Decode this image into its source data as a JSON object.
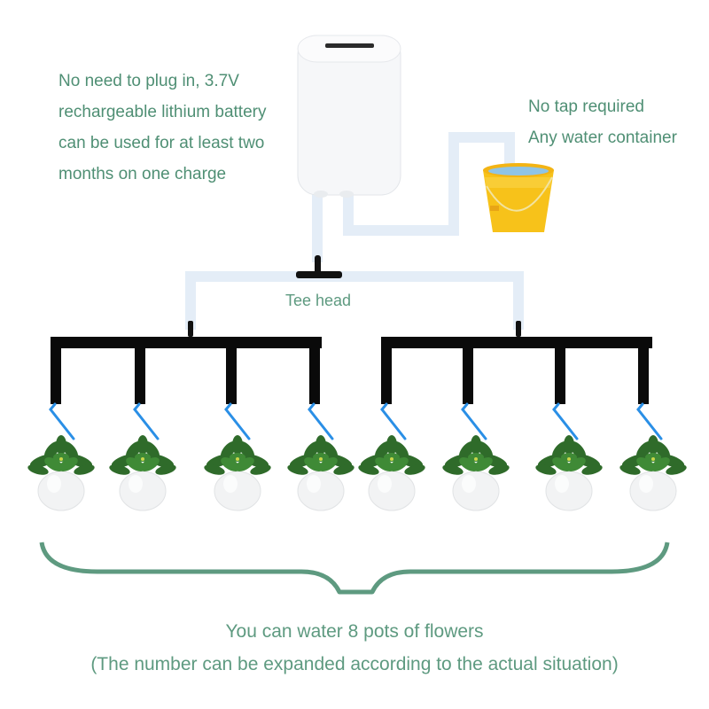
{
  "battery_note": {
    "lines": [
      "No need to plug in, 3.7V",
      "rechargeable lithium battery",
      "can be used for at least two",
      "months on one charge"
    ]
  },
  "water_note": {
    "lines": [
      "No tap required",
      "Any water container"
    ]
  },
  "tee_label": "Tee head",
  "summary": {
    "line1": "You can water 8 pots of flowers",
    "line2": "(The number can be expanded according to the actual situation)"
  },
  "pot_count": 8,
  "colors": {
    "text_green": "#4f8f74",
    "pipe_light_blue": "#e3edf7",
    "manifold_black": "#0a0a0a",
    "dripper_blue": "#2a8fe6",
    "bucket_yellow": "#f7c21a",
    "leaf_green": "#2f6b2a",
    "brace_green": "#5e9a80"
  }
}
